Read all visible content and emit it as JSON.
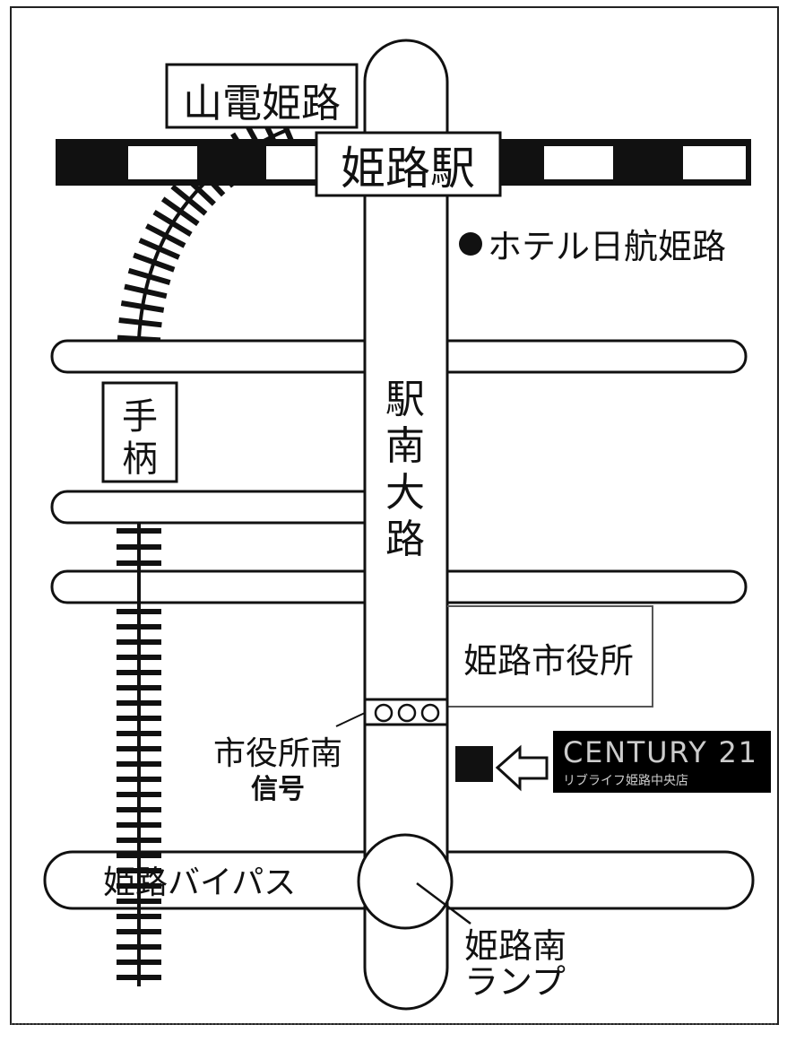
{
  "map": {
    "station_label": "姫路駅",
    "sanden_label": "山電姫路",
    "hotel_label": "ホテル日航姫路",
    "tegara_label": [
      "手",
      "柄"
    ],
    "main_street_label": [
      "駅",
      "南",
      "大",
      "路"
    ],
    "city_hall_label": "姫路市役所",
    "signal_label": "市役所南",
    "signal_sub_label": "信号",
    "bypass_label": "姫路バイパス",
    "ramp_label": [
      "姫路南",
      "ランプ"
    ],
    "store_brand": "CENTURY 21",
    "store_name": "リブライフ姫路中央店"
  }
}
